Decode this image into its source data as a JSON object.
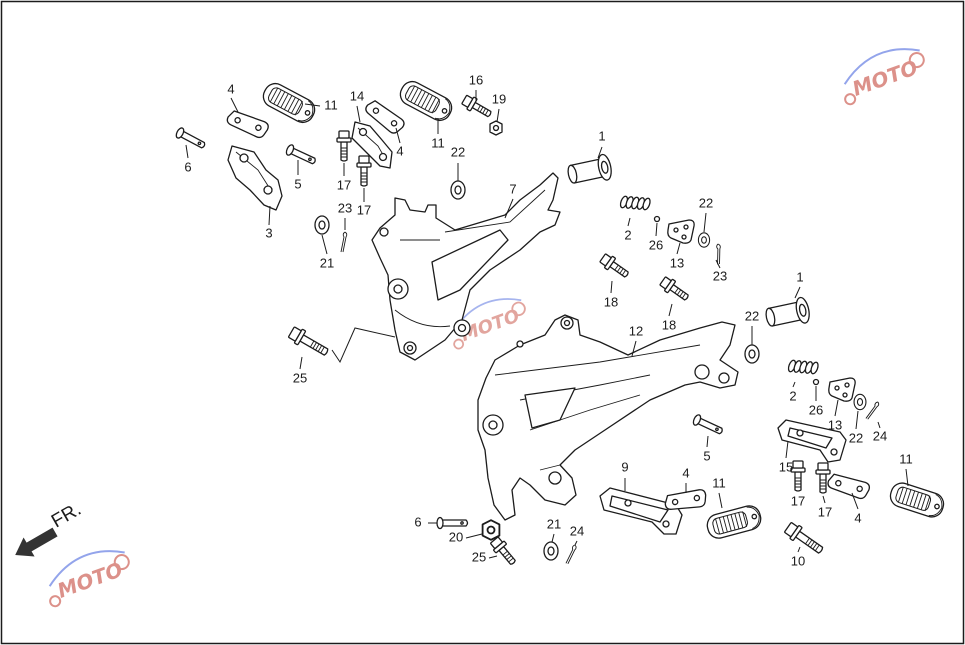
{
  "callouts": [
    "4",
    "11",
    "6",
    "5",
    "3",
    "14",
    "4",
    "11",
    "16",
    "19",
    "17",
    "17",
    "23",
    "21",
    "22",
    "7",
    "1",
    "2",
    "26",
    "22",
    "13",
    "23",
    "18",
    "18",
    "1",
    "12",
    "22",
    "25",
    "2",
    "26",
    "13",
    "22",
    "24",
    "5",
    "11",
    "15",
    "9",
    "4",
    "11",
    "17",
    "17",
    "4",
    "6",
    "20",
    "21",
    "24",
    "25",
    "10"
  ],
  "front_label": "FR.",
  "watermark": {
    "text": "MOTO"
  },
  "colors": {
    "line": "#1c1c1c",
    "watermark_red": "#c0392b",
    "watermark_blue": "#3b5bdb"
  }
}
